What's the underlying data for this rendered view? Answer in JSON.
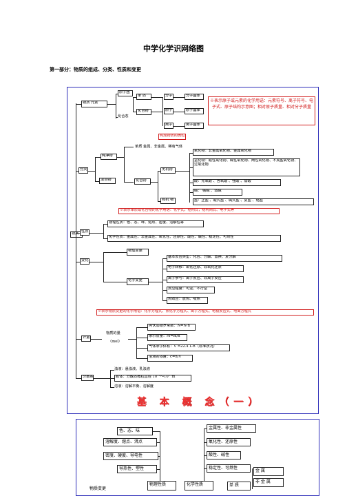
{
  "title": "中学化学识网络图",
  "section1_title": "第一部分：物质的组成、分类、性质和变更",
  "composition": {
    "root": "物质",
    "concept_a": "物质  元素",
    "particle_group": "原子团",
    "compound_state": "化合态",
    "simple_substance": "单 质",
    "compound": "化合物",
    "molecule": "分子",
    "atom": "原子",
    "ion": "离子",
    "molecular_crystal": "分子晶体",
    "atomic_crystal": "原子晶体",
    "ionic_crystal": "离子晶体",
    "note": "※表示原子或元素的化学用语：元素符号、离子符号、电子式、原子结构示意图；相对原子质量、相对分子质量",
    "particles_label": "构成物质的微粒"
  },
  "classification": {
    "label": "分类",
    "pure": "纯净物",
    "mixture": "混合物",
    "elements": "单质  金属、非金属、稀有气体",
    "compound": "化合物",
    "inorganic": "无机物",
    "organic": "有机 物",
    "oxides": "氧化物：非金属氧化物、金属氧化物",
    "hydroxides": "氢化物：酸性氧化物、碱性氧化物、两性氧化物、不成盐氧化物、过氧化物",
    "acids": "酸：无氧酸 、含氧酸 、强酸 、弱酸",
    "bases": "碱： 强碱  、弱碱",
    "salts": "盐：正盐 、酸式盐 、碱式盐 、复盐 、络盐",
    "note": "※表示单质或化合物的化学用语：化学式，结构式，结构简式、电子式等"
  },
  "properties": {
    "label": "性质",
    "physical": "物理性质：色、态、味、熔点、密度、溶解性等",
    "chemical": "化学性质：金属性、非金属性、氧化性、还原性、酸性、碱性、稳定性、可燃性"
  },
  "changes": {
    "label": "变化",
    "physical_change": "物理变更",
    "chemical_change": "化学变更",
    "reaction_types": "基本反应类型：化合、分解、置换、复分解",
    "electron_transfer": "电子转移：氧化还原、非氧化还原",
    "ions": "离子参与：离子反应、非离子反应",
    "reversible": "反应程度：可逆、不行逆",
    "heat": "热效应：放热、吸热",
    "note": "※表示物质变更的化学用语：化学方程式、热化学方程式、离子方程式、电极反应式、电离方程式"
  },
  "measurement": {
    "label": "计量",
    "amount": "物质的量",
    "unit": "（mol）",
    "avogadro": "阿伏加德罗常数：N=N·n",
    "molar_mass": "摩尔质量：M=m/n",
    "gas_volume": "气体摩尔体积：V =22.4 L·n（标准状况）",
    "concentration": "溶液的浓度：c=n/V"
  },
  "dispersion": {
    "label": "分散系",
    "suspension": "浊液：悬浊液、乳浊液",
    "colloid": "胶体：分散质微粒直径 10⁻⁹～10⁻⁷m",
    "solution": "溶液：溶解平衡、溶解度"
  },
  "banner": "基 本 概 念（一）",
  "part2": {
    "color_state": "色、态、味",
    "solubility": "溶解度、熔点、沸点",
    "density": "密度、硬度、导电性",
    "conductivity": "导热性、塑性",
    "physical_property": "物理性质",
    "chemical_property": "化学性质",
    "metallic": "金属性、非金属性",
    "redox": "氧化性、还原性",
    "acidity": "酸性、碱性",
    "stability": "稳定性、可燃性",
    "simple": "单  质",
    "metal": "金   属",
    "nonmetal": "非 金 属",
    "substance": "物质变更"
  }
}
